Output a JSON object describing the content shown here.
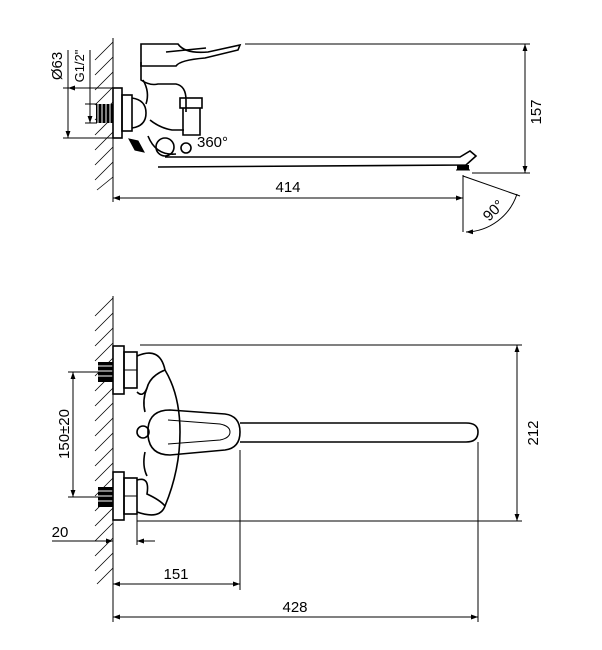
{
  "side_view": {
    "nut_diameter": "Ø63",
    "thread": "G1/2\"",
    "height": "157",
    "spout_length": "414",
    "swivel": "360°",
    "aerator_angle": "90°"
  },
  "top_view": {
    "spacing": "150±20",
    "height": "212",
    "wall_offset": "20",
    "handle_reach": "151",
    "total_length": "428"
  }
}
